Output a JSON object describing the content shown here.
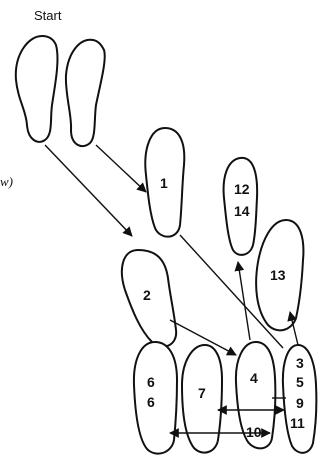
{
  "title": "Start",
  "edge_note": "w)",
  "steps": {
    "s1": "1",
    "s2": "2",
    "s4": "4",
    "s7": "7",
    "s10": "10",
    "s12": "12",
    "s14": "14",
    "s13": "13",
    "s6a": "6",
    "s6b": "6",
    "s3": "3",
    "s5": "5",
    "s9": "9",
    "s11": "11"
  },
  "colors": {
    "ink": "#111111",
    "paper": "#ffffff"
  }
}
